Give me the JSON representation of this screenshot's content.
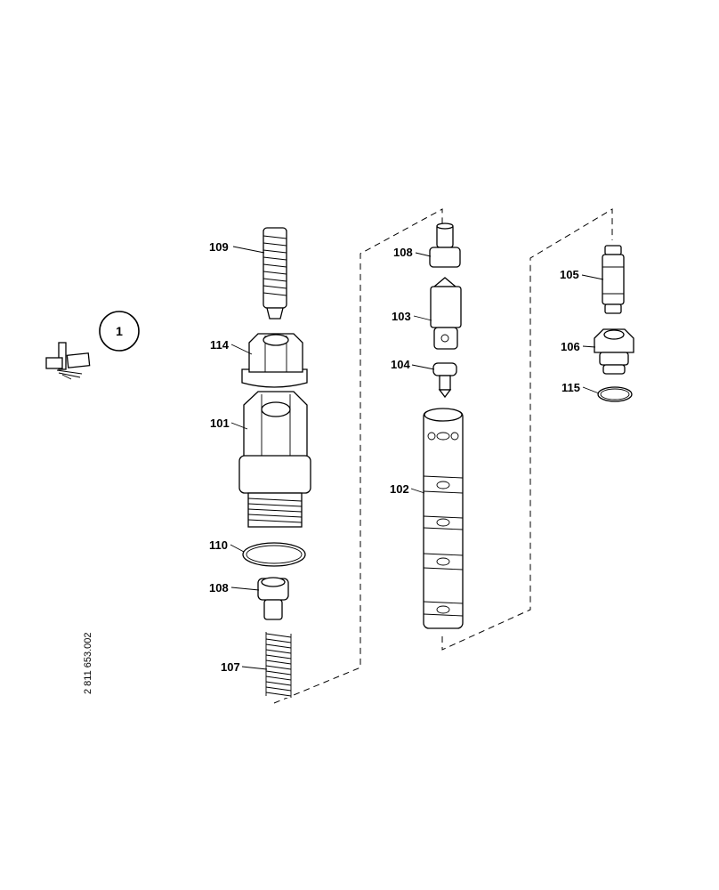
{
  "callout": {
    "number": "1"
  },
  "document_number": "2 811 653.002",
  "labels": {
    "p101": "101",
    "p102": "102",
    "p103": "103",
    "p104": "104",
    "p105": "105",
    "p106": "106",
    "p107": "107",
    "p108a": "108",
    "p108b": "108",
    "p109": "109",
    "p110": "110",
    "p114": "114",
    "p115": "115"
  },
  "icons": [
    "tool-kit-icon",
    "callout-circle-icon"
  ]
}
